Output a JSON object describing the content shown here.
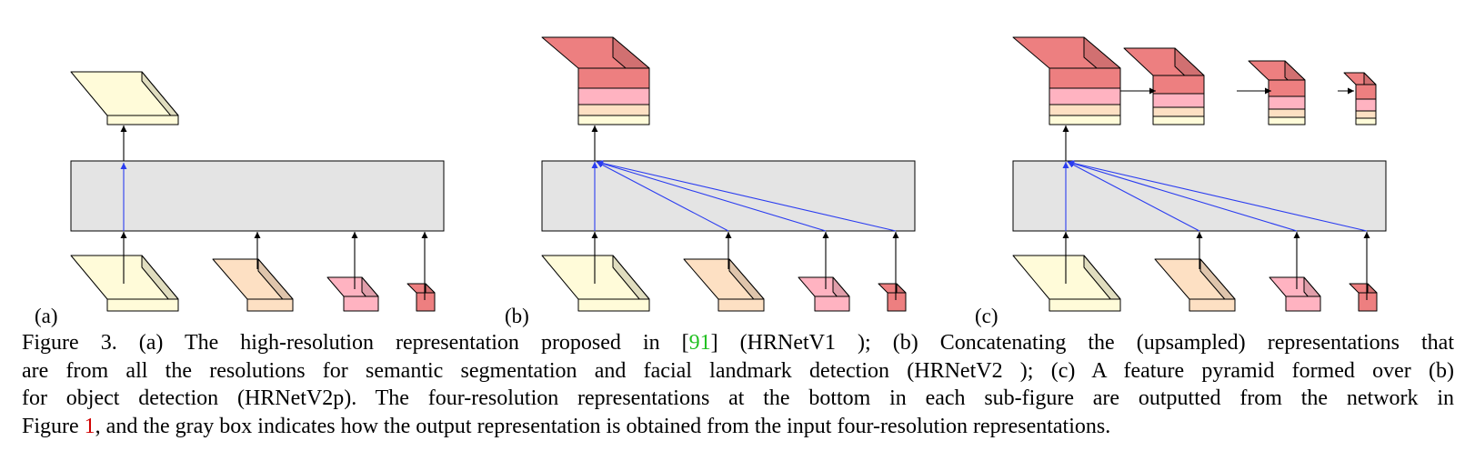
{
  "panels": [
    {
      "label": "(a)",
      "variant": "single"
    },
    {
      "label": "(b)",
      "variant": "concat"
    },
    {
      "label": "(c)",
      "variant": "pyramid"
    }
  ],
  "colors": {
    "level1": "#fffbd9",
    "level2": "#fde0c3",
    "level3": "#ffb3c1",
    "level4": "#ed7f80",
    "gray_box": "#e4e4e4",
    "blue_arrow": "#2a3cf0",
    "black_arrow": "#000000",
    "ref_green": "#22c022",
    "ref_red": "#d00000"
  },
  "caption": {
    "line1_a": "Figure 3.   (a) The high-resolution representation proposed in [",
    "line1_ref": "91",
    "line1_b": "] (HRNetV1 ); (b) Concatenating the (upsampled) representations that",
    "line2": "are from all the resolutions for semantic segmentation and facial landmark detection (HRNetV2 ); (c) A feature pyramid formed over (b)",
    "line3": "for object detection (HRNetV2p).  The four-resolution representations at the bottom in each sub-figure are outputted from the network in",
    "line4_a": "Figure ",
    "line4_ref": "1",
    "line4_b": ", and the gray box indicates how the output representation is obtained from the input four-resolution representations."
  }
}
